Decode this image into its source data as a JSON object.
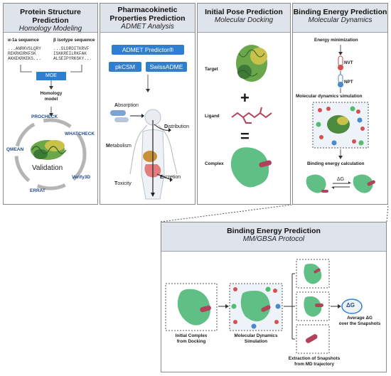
{
  "panels": [
    {
      "title": "Protein Structure Prediction",
      "subtitle": "Homology Modeling"
    },
    {
      "title": "Pharmacokinetic Properties Prediction",
      "subtitle": "ADMET Analysis"
    },
    {
      "title": "Initial Pose Prediction",
      "subtitle": "Molecular Docking"
    },
    {
      "title": "Binding Energy Prediction",
      "subtitle": "Molecular Dynamics"
    }
  ],
  "homology": {
    "alpha_label": "α-1a sequence",
    "beta_label": "β isotype sequence",
    "alpha_seq": "...ANRKVSLQRY\nREKRKDRKFSK\nAKKEKRKEKS...",
    "beta_seq": "...SLDRDITKRVF\nISKKREILRKFAK\nALSEIPYRKSKY...",
    "tool": "MOE",
    "model": "Homology\nmodel",
    "validation": "Validation",
    "validators": [
      "PROCHECK",
      "WHATCHECK",
      "Verify3D",
      "ERRAT",
      "QMEAN"
    ]
  },
  "admet": {
    "tools": [
      "ADMET Predictor®",
      "pkCSM",
      "SwissADME"
    ],
    "absorption_first": "A",
    "absorption_rest": "bsorption",
    "distribution_first": "D",
    "distribution_rest": "istribution",
    "metabolism_first": "M",
    "metabolism_rest": "etabolism",
    "excretion_first": "E",
    "excretion_rest": "xcretion",
    "toxicity_first": "T",
    "toxicity_rest": "oxicity"
  },
  "docking": {
    "target": "Target",
    "plus": "+",
    "ligand": "Ligand",
    "equals": "=",
    "complex": "Complex"
  },
  "md": {
    "energy_min": "Energy minimization",
    "nvt": "NVT",
    "npt": "NPT",
    "simulation": "Molecular dynamics simulation",
    "binding_calc": "Binding energy calculation",
    "dg": "ΔG"
  },
  "mmgbsa": {
    "title": "Binding Energy Prediction",
    "subtitle": "MM/GBSA Protocol",
    "initial": "Initial Complex\nfrom Docking",
    "mds": "Molecular Dynamics\nSimulation",
    "extraction": "Extraction of Snapshots\nfrom MD trajectory",
    "dg": "ΔG",
    "average": "Average ΔG\nover the Snapshots"
  },
  "colors": {
    "accent": "#2f7fd1",
    "header": "#dfe4ec",
    "protein": "#5fbf84",
    "ligand": "#b0435a",
    "validator": "#1f4b8c"
  }
}
